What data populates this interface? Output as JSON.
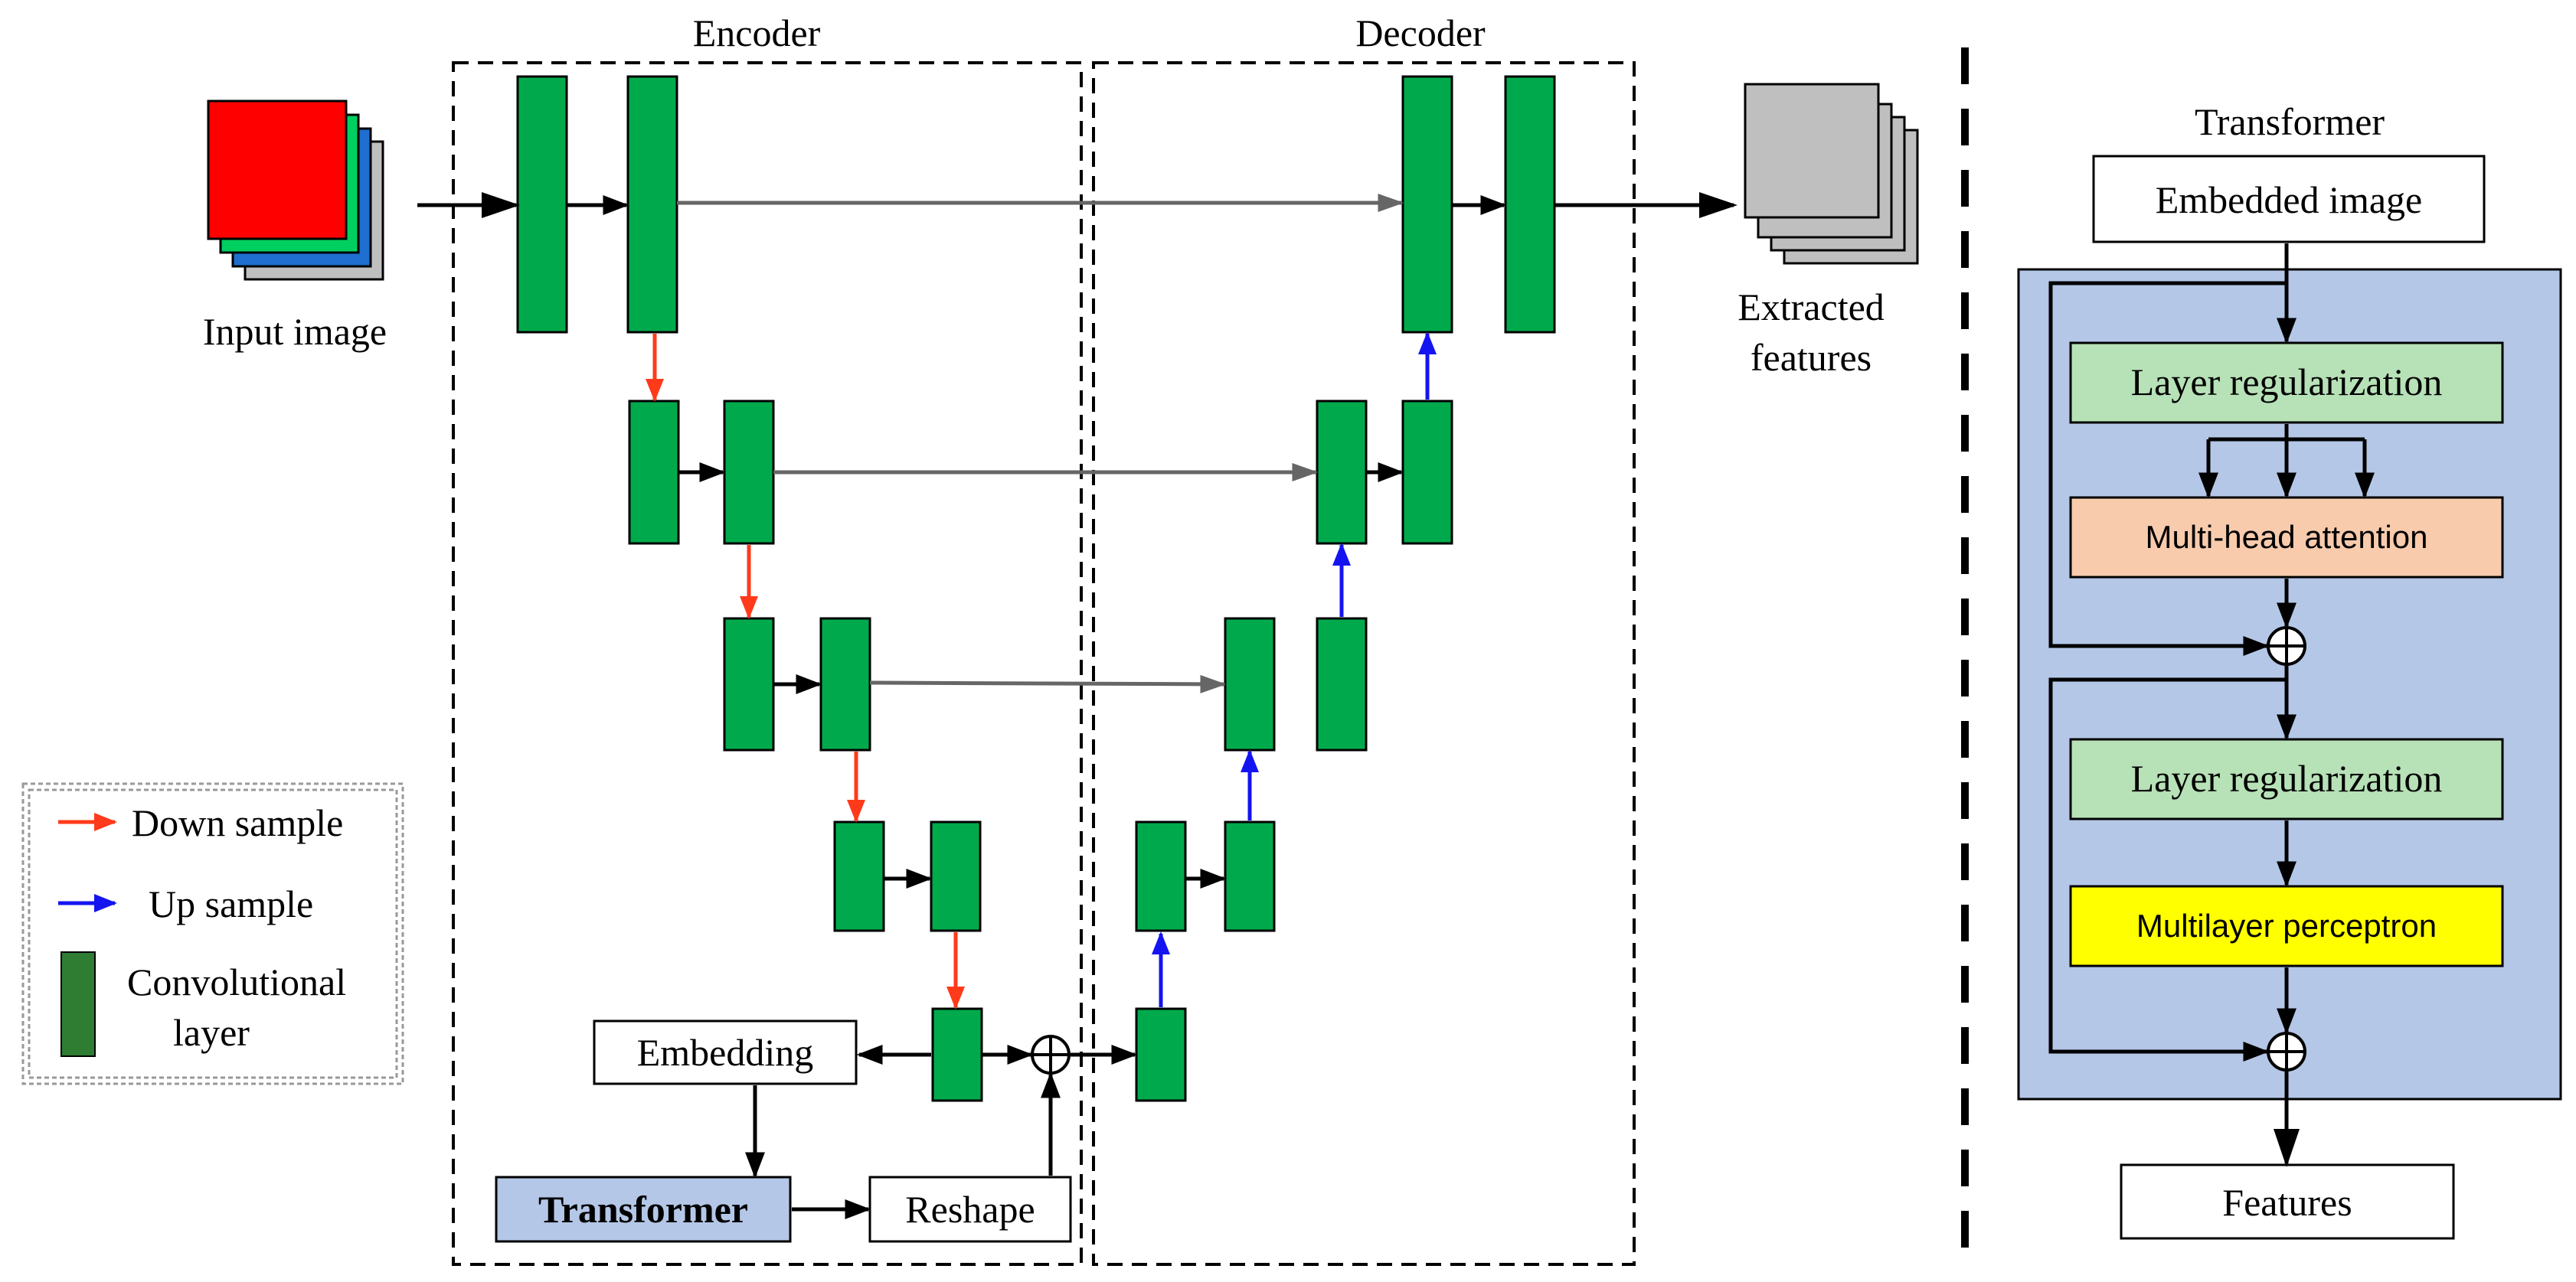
{
  "sections": {
    "encoder": "Encoder",
    "decoder": "Decoder"
  },
  "io": {
    "input_image": "Input image",
    "extracted_line1": "Extracted",
    "extracted_line2": "features"
  },
  "bottom_blocks": {
    "embedding": "Embedding",
    "transformer": "Transformer",
    "reshape": "Reshape"
  },
  "legend": {
    "down_sample": "Down sample",
    "up_sample": "Up sample",
    "conv_line1": "Convolutional",
    "conv_line2": "layer"
  },
  "transformer_panel": {
    "title": "Transformer",
    "embedded_image": "Embedded image",
    "layer_reg_1": "Layer regularization",
    "multi_head_attention": "Multi-head attention",
    "layer_reg_2": "Layer regularization",
    "mlp": "Multilayer perceptron",
    "features": "Features"
  },
  "colors": {
    "conv": "#00AA4C",
    "down_arrow": "#FF3A1A",
    "up_arrow": "#1414F0",
    "skip": "#666666",
    "panel_bg": "#B4C7E7",
    "layer_reg": "#B7E1B7",
    "attention": "#F8CBAD",
    "mlp": "#FFFF00",
    "input_red": "#FF0000",
    "input_green": "#00D060",
    "input_blue": "#1E6FCF",
    "output_gray": "#BFBFBF"
  }
}
